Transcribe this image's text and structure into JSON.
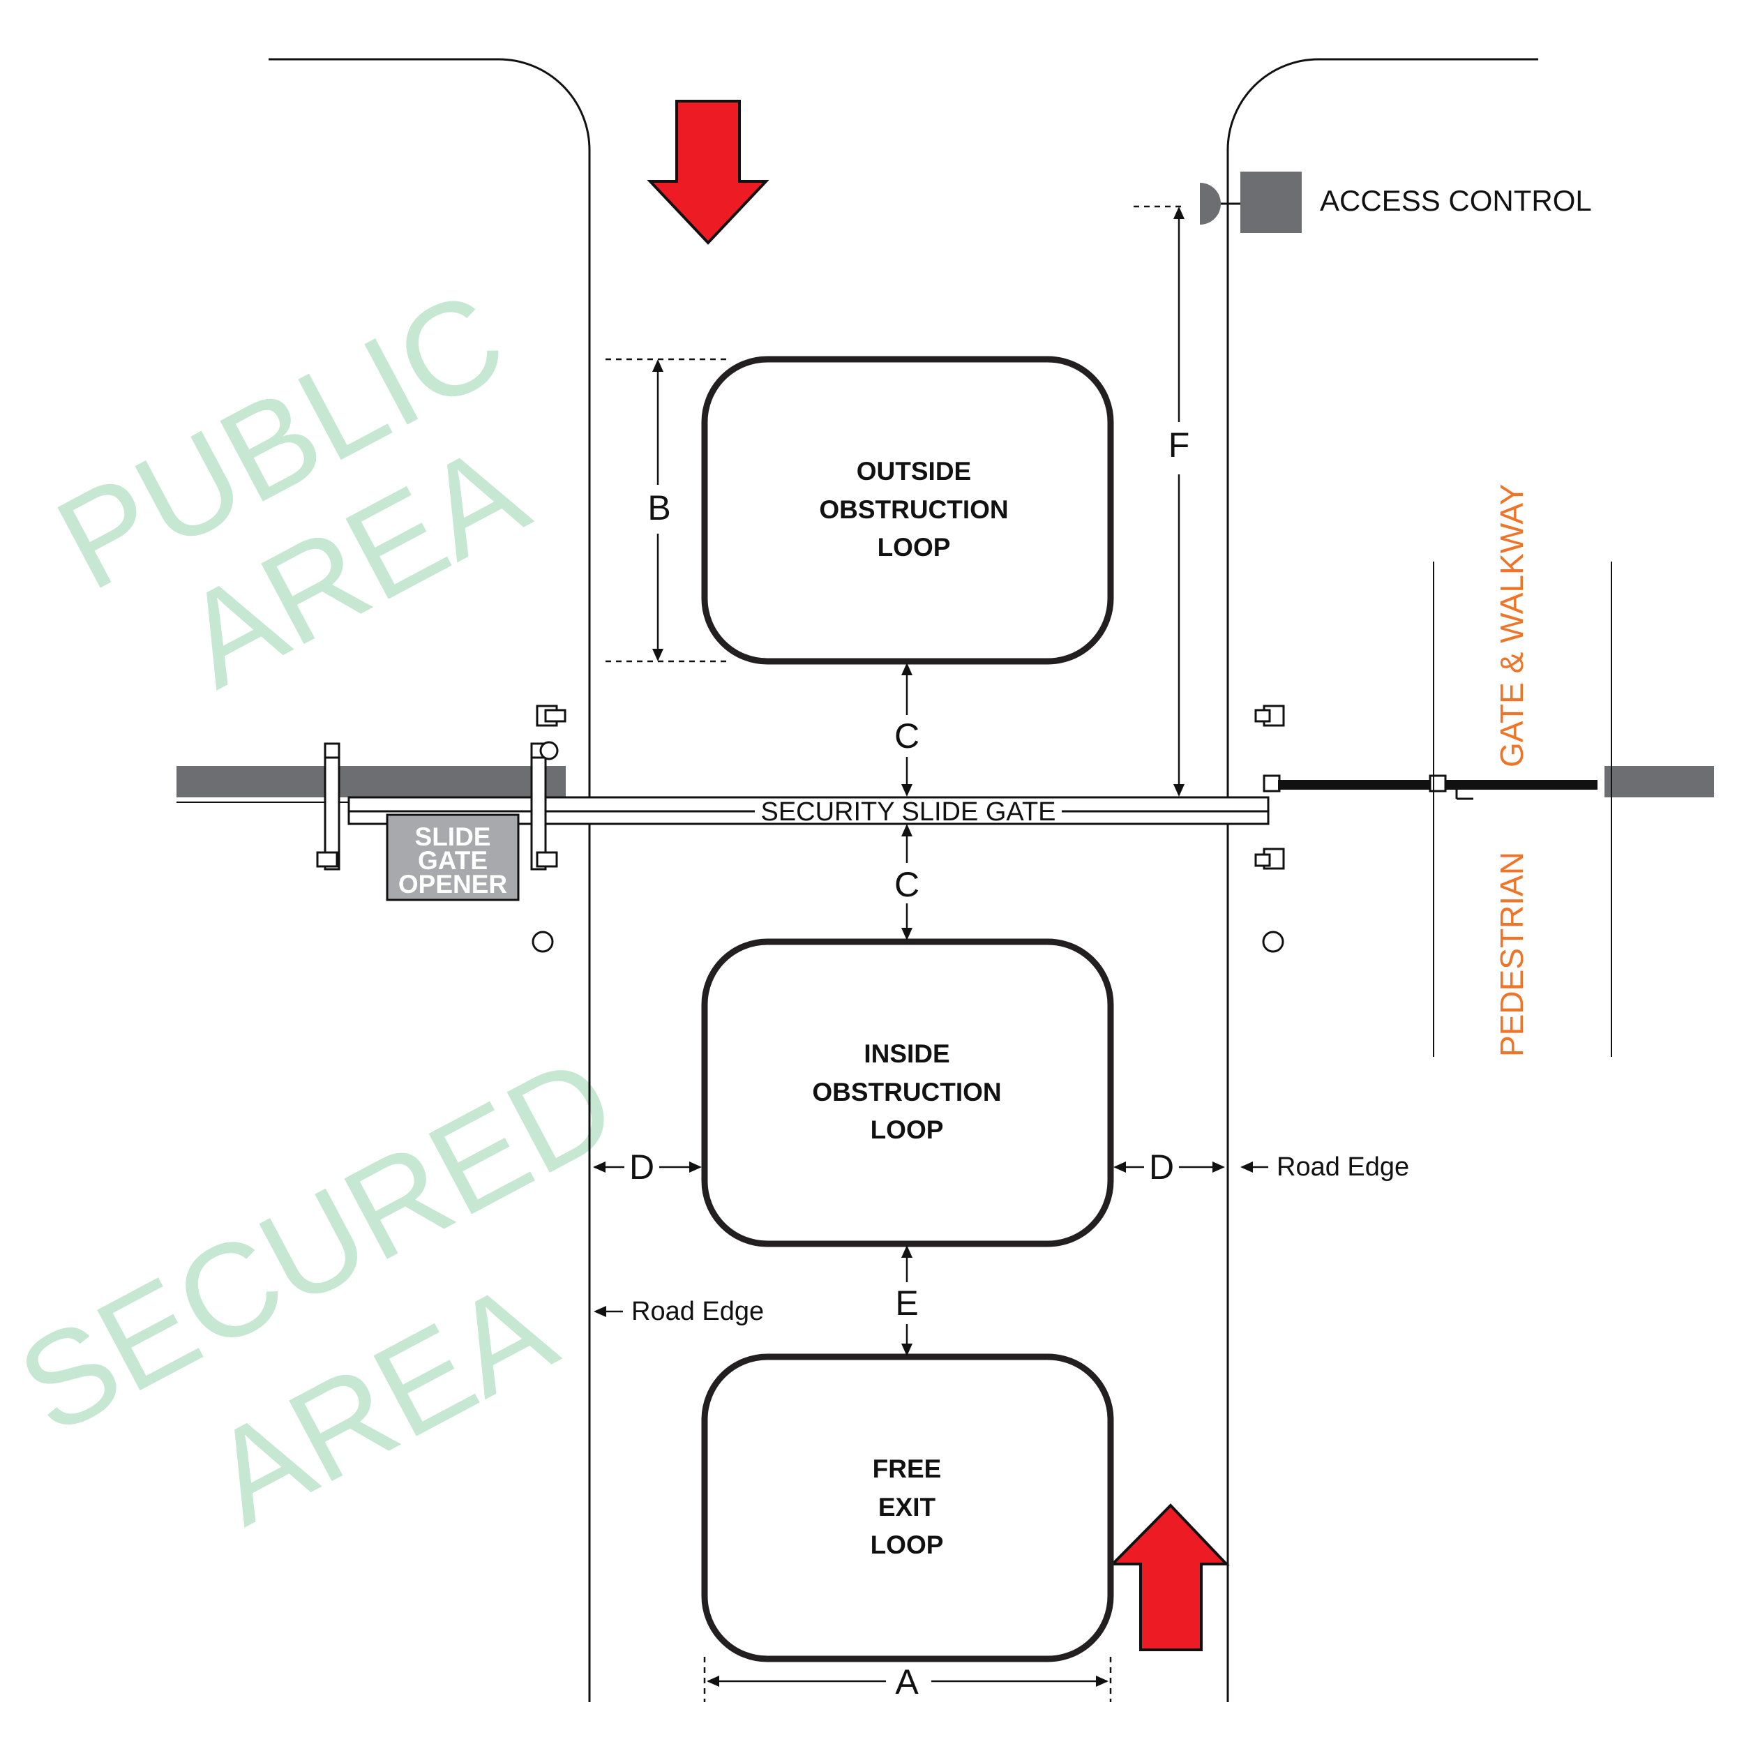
{
  "watermarks": {
    "public": [
      "PUBLIC",
      "AREA"
    ],
    "secured": [
      "SECURED",
      "AREA"
    ]
  },
  "loops": {
    "outside": [
      "OUTSIDE",
      "OBSTRUCTION",
      "LOOP"
    ],
    "inside": [
      "INSIDE",
      "OBSTRUCTION",
      "LOOP"
    ],
    "free_exit": [
      "FREE",
      "EXIT",
      "LOOP"
    ]
  },
  "dimensions": {
    "a": "A",
    "b": "B",
    "c": "C",
    "d": "D",
    "e": "E",
    "f": "F"
  },
  "labels": {
    "access_control": "ACCESS CONTROL",
    "gate": "SECURITY SLIDE GATE",
    "opener": [
      "SLIDE",
      "GATE",
      "OPENER"
    ],
    "road_edge": "Road Edge",
    "pedestrian_line1": "GATE & WALKWAY",
    "pedestrian_line2": "PEDESTRIAN"
  },
  "colors": {
    "arrow": "#ed1c24",
    "watermark": "#c6e8d3",
    "pedestrian": "#f07428",
    "fence": "#6d6e71"
  }
}
